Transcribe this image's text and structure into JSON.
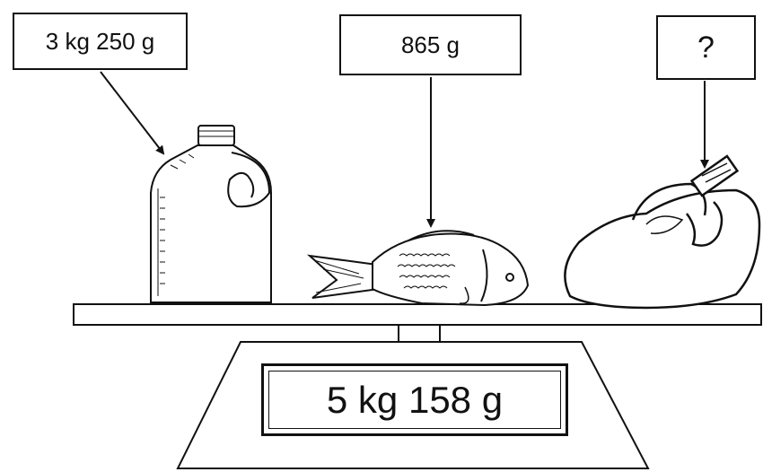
{
  "items": [
    {
      "id": "jug",
      "weight_label": "3 kg 250 g",
      "icon": "milk-jug-icon"
    },
    {
      "id": "fish",
      "weight_label": "865 g",
      "icon": "fish-icon"
    },
    {
      "id": "chicken",
      "weight_label": "?",
      "icon": "chicken-icon"
    }
  ],
  "scale": {
    "display_reading": "5 kg 158 g"
  },
  "colors": {
    "ink": "#111111",
    "background": "#ffffff"
  }
}
